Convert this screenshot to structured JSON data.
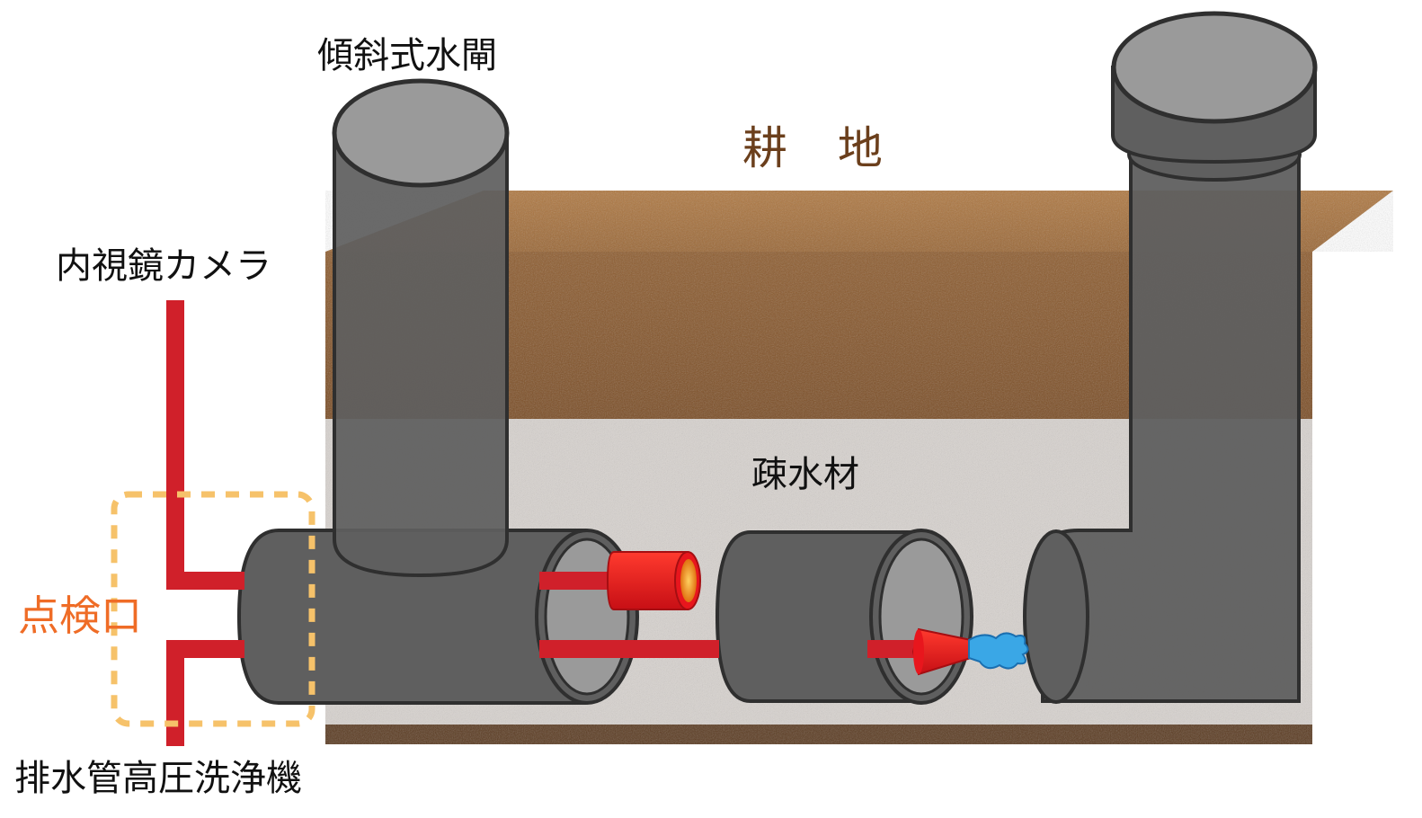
{
  "labels": {
    "sluice": "傾斜式水閘",
    "farmland": "耕 地",
    "camera": "内視鏡カメラ",
    "drainage_material": "疎水材",
    "inspection_port": "点検口",
    "washer": "排水管高圧洗浄機"
  },
  "colors": {
    "soil": "#8a5a30",
    "gravel": "#d8d3cf",
    "pipe": "#5f5f5f",
    "pipe_inner": "#9a9a9a",
    "outline": "#2f2f2f",
    "hose": "#d0202a",
    "nozzle": "#e8161d",
    "camera_lens": "#f0a020",
    "water": "#3aa7e6",
    "highlight_box": "#f6c26a",
    "inspection_text": "#ef6c26"
  },
  "icons": {
    "camera_head": "cylindrical-camera-icon",
    "nozzle": "spray-nozzle-icon",
    "water_jet": "water-jet-icon"
  }
}
